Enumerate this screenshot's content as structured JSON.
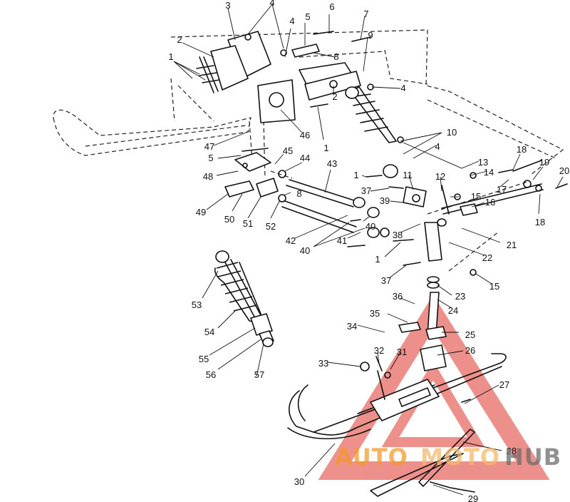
{
  "colors": {
    "line": "#111111",
    "watermark_red": "#e0342b",
    "watermark_orange": "#f39a2d",
    "watermark_gray": "#6d6d6d"
  },
  "watermark": {
    "auto": "AUTO",
    "moto": "MOTO",
    "hub": "HUB"
  },
  "callouts": [
    {
      "id": "c1a",
      "label": "1"
    },
    {
      "id": "c2a",
      "label": "2"
    },
    {
      "id": "c3",
      "label": "3"
    },
    {
      "id": "c4a",
      "label": "4"
    },
    {
      "id": "c4b",
      "label": "4"
    },
    {
      "id": "c5a",
      "label": "5"
    },
    {
      "id": "c6",
      "label": "6"
    },
    {
      "id": "c7",
      "label": "7"
    },
    {
      "id": "c8a",
      "label": "8"
    },
    {
      "id": "c9",
      "label": "9"
    },
    {
      "id": "c4c",
      "label": "4"
    },
    {
      "id": "c2b",
      "label": "2"
    },
    {
      "id": "c1b",
      "label": "1"
    },
    {
      "id": "c46",
      "label": "46"
    },
    {
      "id": "c47",
      "label": "47"
    },
    {
      "id": "c10",
      "label": "10"
    },
    {
      "id": "c4d",
      "label": "4"
    },
    {
      "id": "c13",
      "label": "13"
    },
    {
      "id": "c14",
      "label": "14"
    },
    {
      "id": "c18a",
      "label": "18"
    },
    {
      "id": "c19",
      "label": "19"
    },
    {
      "id": "c20",
      "label": "20"
    },
    {
      "id": "c17",
      "label": "17"
    },
    {
      "id": "c18b",
      "label": "18"
    },
    {
      "id": "c5b",
      "label": "5"
    },
    {
      "id": "c45",
      "label": "45"
    },
    {
      "id": "c44",
      "label": "44"
    },
    {
      "id": "c43",
      "label": "43"
    },
    {
      "id": "c48",
      "label": "48"
    },
    {
      "id": "c1c",
      "label": "1"
    },
    {
      "id": "c11",
      "label": "11"
    },
    {
      "id": "c12",
      "label": "12"
    },
    {
      "id": "c37a",
      "label": "37"
    },
    {
      "id": "c15a",
      "label": "15"
    },
    {
      "id": "c16",
      "label": "16"
    },
    {
      "id": "c8b",
      "label": "8"
    },
    {
      "id": "c39",
      "label": "39"
    },
    {
      "id": "c49",
      "label": "49"
    },
    {
      "id": "c50",
      "label": "50"
    },
    {
      "id": "c51",
      "label": "51"
    },
    {
      "id": "c52",
      "label": "52"
    },
    {
      "id": "c42",
      "label": "42"
    },
    {
      "id": "c40a",
      "label": "40"
    },
    {
      "id": "c41",
      "label": "41"
    },
    {
      "id": "c40b",
      "label": "40"
    },
    {
      "id": "c38",
      "label": "38"
    },
    {
      "id": "c21",
      "label": "21"
    },
    {
      "id": "c1d",
      "label": "1"
    },
    {
      "id": "c22",
      "label": "22"
    },
    {
      "id": "c37b",
      "label": "37"
    },
    {
      "id": "c15b",
      "label": "15"
    },
    {
      "id": "c53",
      "label": "53"
    },
    {
      "id": "c36",
      "label": "36"
    },
    {
      "id": "c23",
      "label": "23"
    },
    {
      "id": "c24",
      "label": "24"
    },
    {
      "id": "c35",
      "label": "35"
    },
    {
      "id": "c34",
      "label": "34"
    },
    {
      "id": "c25",
      "label": "25"
    },
    {
      "id": "c54",
      "label": "54"
    },
    {
      "id": "c26",
      "label": "26"
    },
    {
      "id": "c32",
      "label": "32"
    },
    {
      "id": "c31",
      "label": "31"
    },
    {
      "id": "c33",
      "label": "33"
    },
    {
      "id": "c55",
      "label": "55"
    },
    {
      "id": "c56",
      "label": "56"
    },
    {
      "id": "c57",
      "label": "57"
    },
    {
      "id": "c27",
      "label": "27"
    },
    {
      "id": "c28",
      "label": "28"
    },
    {
      "id": "c30",
      "label": "30"
    },
    {
      "id": "c29",
      "label": "29"
    }
  ]
}
